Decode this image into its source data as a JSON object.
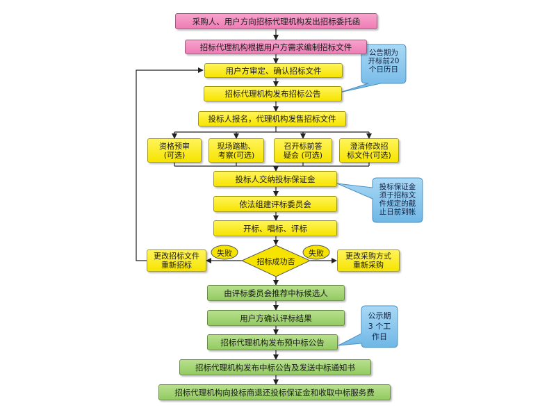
{
  "steps": {
    "s1": "采购人、用户方向招标代理机构发出招标委托函",
    "s2": "招标代理机构根据用户方需求编制招标文件",
    "s3": "用户方审定、确认招标文件",
    "s4": "招标代理机构发布招标公告",
    "s5": "投标人报名，代理机构发售招标文件",
    "b1": [
      "资格预审",
      "(可选)"
    ],
    "b2": [
      "现场踏勘、",
      "考察(可选)"
    ],
    "b3": [
      "召开标前答",
      "疑会 (可选)"
    ],
    "b4": [
      "澄清修改招",
      "标文件(可选)"
    ],
    "s6": "投标人交纳投标保证金",
    "s7": "依法组建评标委员会",
    "s8": "开标、唱标、评标",
    "decision": "招标成功否",
    "left": [
      "更改招标文件",
      "重新招标"
    ],
    "right": [
      "更改采购方式",
      "重新采购"
    ],
    "fail_left": "失败",
    "fail_right": "失败",
    "g1": "由评标委员会推荐中标候选人",
    "g2": "用户方确认评标结果",
    "g3": "招标代理机构发布预中标公告",
    "g4": "招标代理机构发布中标公告及发送中标通知书",
    "g5": "招标代理机构向投标商退还投标保证金和收取中标服务费"
  },
  "callouts": {
    "c1": [
      "公告期为",
      "开标前20",
      "个日历日"
    ],
    "c2": [
      "投标保证金",
      "须于招标文",
      "件规定的截",
      "止日前到帐"
    ],
    "c3": [
      "公示期",
      "3 个工",
      "作日"
    ]
  },
  "colors": {
    "pink": "#ee7db5",
    "yellow": "#f6e400",
    "green": "#93ca61",
    "callout": "#7ec3ea",
    "line": "#222222"
  }
}
